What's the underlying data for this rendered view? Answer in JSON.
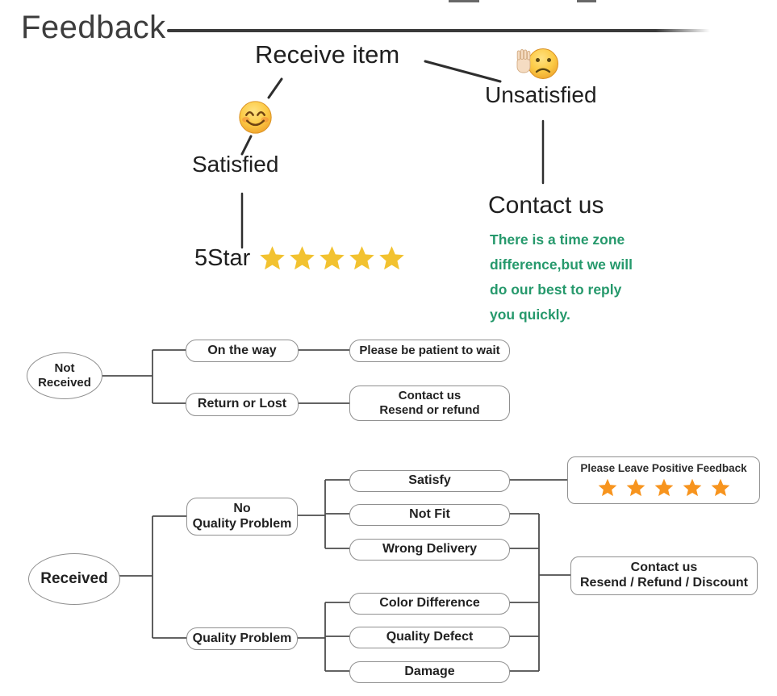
{
  "title": "Feedback",
  "top_flow": {
    "root_label": "Receive item",
    "satisfied_label": "Satisfied",
    "five_star_label": "5Star",
    "star_count": 5,
    "unsatisfied_label": "Unsatisfied",
    "contact_label": "Contact us",
    "note_line1": "There is a time zone",
    "note_line2": "difference,but we will",
    "note_line3": "do our best to reply",
    "note_line4": "you quickly.",
    "satisfied_emoji": "smiling-face-with-smiling-eyes",
    "unsatisfied_emoji": "frowning-face-with-raised-hand"
  },
  "not_received_flow": {
    "root_line1": "Not",
    "root_line2": "Received",
    "branch1_label": "On the way",
    "branch1_result": "Please be patient to wait",
    "branch2_label": "Return or Lost",
    "branch2_result_line1": "Contact us",
    "branch2_result_line2": "Resend or refund"
  },
  "received_flow": {
    "root_label": "Received",
    "group1_line1": "No",
    "group1_line2": "Quality Problem",
    "group1_items": [
      "Satisfy",
      "Not Fit",
      "Wrong Delivery"
    ],
    "group2_label": "Quality Problem",
    "group2_items": [
      "Color Difference",
      "Quality Defect",
      "Damage"
    ],
    "positive_label": "Please Leave Positive Feedback",
    "positive_star_count": 5,
    "contact_line1": "Contact us",
    "contact_line2": "Resend / Refund / Discount"
  },
  "colors": {
    "note_green": "#26996c",
    "star_gold": "#f2c230",
    "star_orange": "#f7941e",
    "line_dark": "#2e2e2e",
    "line_gray": "#4d4d4d",
    "box_border": "#8f8f8f"
  }
}
